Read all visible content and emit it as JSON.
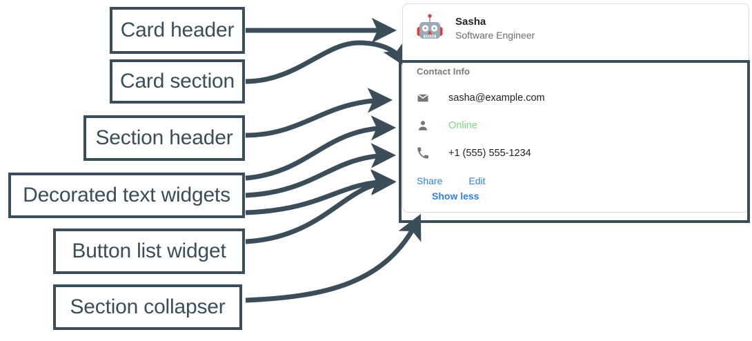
{
  "annotations": {
    "labels": [
      {
        "id": "card-header",
        "text": "Card header"
      },
      {
        "id": "card-section",
        "text": "Card section"
      },
      {
        "id": "section-header",
        "text": "Section header"
      },
      {
        "id": "decorated-text-widgets",
        "text": "Decorated text widgets"
      },
      {
        "id": "button-list-widget",
        "text": "Button list widget"
      },
      {
        "id": "section-collapser",
        "text": "Section collapser"
      }
    ],
    "stroke_color": "#3c4d5a",
    "box_border_color": "#3c4d5a",
    "box_text_color": "#3c4d5a"
  },
  "card": {
    "header": {
      "avatar_icon": "robot-avatar-icon",
      "title": "Sasha",
      "subtitle": "Software Engineer"
    },
    "section": {
      "header": "Contact Info",
      "rows": [
        {
          "icon": "email-icon",
          "text": "sasha@example.com",
          "style": "default"
        },
        {
          "icon": "person-icon",
          "text": "Online",
          "style": "online"
        },
        {
          "icon": "phone-icon",
          "text": "+1 (555) 555-1234",
          "style": "default"
        }
      ],
      "buttons": [
        {
          "label": "Share"
        },
        {
          "label": "Edit"
        }
      ],
      "collapser": {
        "label": "Show less"
      }
    },
    "colors": {
      "link": "#2f80ed",
      "online": "#7ed87e",
      "icon": "#757575",
      "section_header": "#7a7a7a",
      "card_border": "#dcdcdc"
    }
  }
}
